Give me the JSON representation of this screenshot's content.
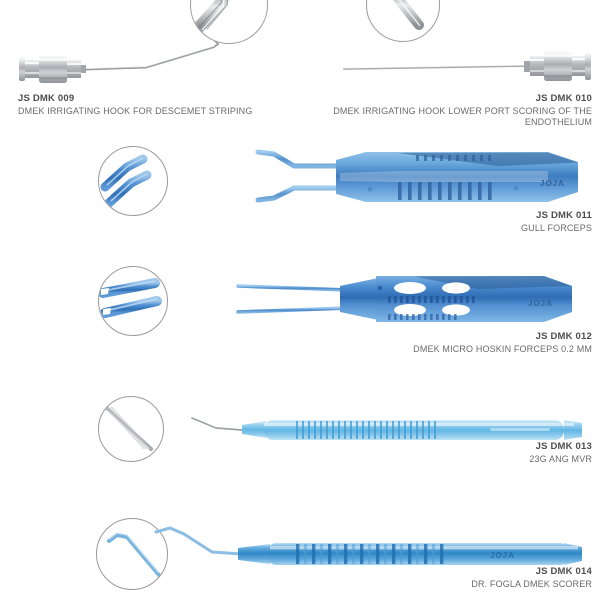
{
  "page": {
    "background": "#ffffff",
    "brand_mark": "JOJA",
    "text_color": "#58585a"
  },
  "products": [
    {
      "code": "JS DMK 009",
      "name": "DMEK IRRIGATING HOOK FOR DESCEMET STRIPING",
      "align": "left",
      "material": "stainless-steel",
      "color": "#b9bcc0",
      "detail_icon": "angled-hook-tip-closeup"
    },
    {
      "code": "JS DMK 010",
      "name": "DMEK IRRIGATING HOOK LOWER PORT SCORING OF THE ENDOTHELIUM",
      "align": "right",
      "material": "stainless-steel",
      "color": "#b9bcc0",
      "detail_icon": "straight-cannula-tip-closeup"
    },
    {
      "code": "JS DMK 011",
      "name": "GULL FORCEPS",
      "align": "right",
      "material": "titanium-blue",
      "color": "#5b94d6",
      "detail_icon": "angled-forceps-tips-closeup",
      "brand": "JOJA"
    },
    {
      "code": "JS DMK 012",
      "name": "DMEK MICRO HOSKIN FORCEPS 0.2 MM",
      "align": "right",
      "material": "titanium-blue",
      "color": "#3f7fc4",
      "detail_icon": "straight-forceps-tips-closeup",
      "brand": "JOJA"
    },
    {
      "code": "JS DMK 013",
      "name": "23G ANG MVR",
      "align": "right",
      "material": "titanium-light-blue",
      "color": "#7cc0e8",
      "detail_icon": "mvr-blade-tip-closeup"
    },
    {
      "code": "JS DMK 014",
      "name": "DR. FOGLA DMEK SCORER",
      "align": "right",
      "material": "titanium-blue",
      "color": "#4a9cd6",
      "detail_icon": "bent-scorer-tip-closeup",
      "brand": "JOJA"
    }
  ]
}
